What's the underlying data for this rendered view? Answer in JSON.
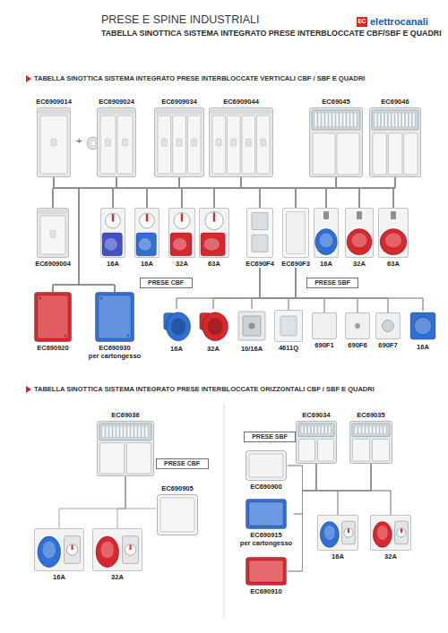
{
  "diagram": {
    "title": "PRESE E SPINE INDUSTRIALI",
    "nodes": [
      {
        "text": [
          "EC6909014"
        ]
      },
      {
        "text": [
          "EC6909024"
        ]
      },
      {
        "text": [
          "EC6909034"
        ]
      },
      {
        "text": [
          "EC6909044"
        ]
      },
      {
        "text": [
          "EC69045"
        ]
      },
      {
        "text": [
          "EC69046"
        ]
      },
      {
        "text": [
          "EC6909004"
        ]
      },
      {
        "text": [
          "16A"
        ]
      },
      {
        "text": [
          "16A"
        ]
      },
      {
        "text": [
          "32A"
        ]
      },
      {
        "text": [
          "63A"
        ]
      },
      {
        "text": [
          "EC690F4"
        ]
      },
      {
        "text": [
          "EC690F3"
        ]
      },
      {
        "text": [
          "16A"
        ]
      },
      {
        "text": [
          "32A"
        ]
      },
      {
        "text": [
          "63A"
        ]
      },
      {
        "text": [
          "PRESE CBF"
        ]
      },
      {
        "text": [
          "PRESE SBF"
        ]
      },
      {
        "text": [
          "EC690920"
        ]
      },
      {
        "text": [
          "EC690930",
          "per cartongesso"
        ]
      },
      {
        "text": [
          "16A"
        ]
      },
      {
        "text": [
          "32A"
        ]
      },
      {
        "text": [
          "10/16A"
        ]
      },
      {
        "text": [
          "4611Q"
        ]
      },
      {
        "text": [
          "690F1"
        ]
      },
      {
        "text": [
          "690F6"
        ]
      },
      {
        "text": [
          "690F7"
        ]
      },
      {
        "text": [
          "16A"
        ]
      },
      {
        "text": [
          "EC69036"
        ]
      },
      {
        "text": [
          "PRESE CBF"
        ]
      },
      {
        "text": [
          "EC69034"
        ]
      },
      {
        "text": [
          "EC69035"
        ]
      },
      {
        "text": [
          "PRESE SBF"
        ]
      },
      {
        "text": [
          "EC690900"
        ]
      },
      {
        "text": [
          "EC690915",
          "per cartongesso"
        ]
      },
      {
        "text": [
          "EC690910"
        ]
      },
      {
        "text": [
          "16A"
        ]
      },
      {
        "text": [
          "32A"
        ]
      },
      {
        "text": [
          "EC690905"
        ]
      },
      {
        "text": [
          "16A"
        ]
      },
      {
        "text": [
          "32A"
        ]
      }
    ],
    "edges": [
      {
        "from": 0,
        "to": 6,
        "arrow": "none"
      },
      {
        "from": 0,
        "to": 7,
        "arrow": "none"
      },
      {
        "from": 0,
        "to": 8,
        "arrow": "none"
      },
      {
        "from": 0,
        "to": 9,
        "arrow": "none"
      },
      {
        "from": 0,
        "to": 10,
        "arrow": "none"
      },
      {
        "from": 0,
        "to": 11,
        "arrow": "none"
      },
      {
        "from": 0,
        "to": 12,
        "arrow": "none"
      },
      {
        "from": 0,
        "to": 13,
        "arrow": "none"
      },
      {
        "from": 0,
        "to": 14,
        "arrow": "none"
      },
      {
        "from": 0,
        "to": 15,
        "arrow": "none"
      },
      {
        "from": 0,
        "to": 18,
        "arrow": "none"
      },
      {
        "from": 0,
        "to": 19,
        "arrow": "none"
      },
      {
        "from": 1,
        "to": 6,
        "arrow": "none"
      },
      {
        "from": 1,
        "to": 7,
        "arrow": "none"
      },
      {
        "from": 1,
        "to": 8,
        "arrow": "none"
      },
      {
        "from": 1,
        "to": 9,
        "arrow": "none"
      },
      {
        "from": 1,
        "to": 10,
        "arrow": "none"
      },
      {
        "from": 1,
        "to": 11,
        "arrow": "none"
      },
      {
        "from": 1,
        "to": 12,
        "arrow": "none"
      },
      {
        "from": 1,
        "to": 13,
        "arrow": "none"
      },
      {
        "from": 1,
        "to": 14,
        "arrow": "none"
      },
      {
        "from": 1,
        "to": 15,
        "arrow": "none"
      },
      {
        "from": 1,
        "to": 18,
        "arrow": "none"
      },
      {
        "from": 1,
        "to": 19,
        "arrow": "none"
      },
      {
        "from": 2,
        "to": 6,
        "arrow": "none"
      },
      {
        "from": 2,
        "to": 7,
        "arrow": "none"
      },
      {
        "from": 2,
        "to": 8,
        "arrow": "none"
      },
      {
        "from": 2,
        "to": 9,
        "arrow": "none"
      },
      {
        "from": 2,
        "to": 10,
        "arrow": "none"
      },
      {
        "from": 2,
        "to": 11,
        "arrow": "none"
      },
      {
        "from": 2,
        "to": 12,
        "arrow": "none"
      },
      {
        "from": 2,
        "to": 13,
        "arrow": "none"
      },
      {
        "from": 2,
        "to": 14,
        "arrow": "none"
      },
      {
        "from": 2,
        "to": 15,
        "arrow": "none"
      },
      {
        "from": 2,
        "to": 18,
        "arrow": "none"
      },
      {
        "from": 2,
        "to": 19,
        "arrow": "none"
      },
      {
        "from": 3,
        "to": 6,
        "arrow": "none"
      },
      {
        "from": 3,
        "to": 7,
        "arrow": "none"
      },
      {
        "from": 3,
        "to": 8,
        "arrow": "none"
      },
      {
        "from": 3,
        "to": 9,
        "arrow": "none"
      },
      {
        "from": 3,
        "to": 10,
        "arrow": "none"
      },
      {
        "from": 3,
        "to": 11,
        "arrow": "none"
      },
      {
        "from": 3,
        "to": 12,
        "arrow": "none"
      },
      {
        "from": 3,
        "to": 13,
        "arrow": "none"
      },
      {
        "from": 3,
        "to": 14,
        "arrow": "none"
      },
      {
        "from": 3,
        "to": 15,
        "arrow": "none"
      },
      {
        "from": 3,
        "to": 18,
        "arrow": "none"
      },
      {
        "from": 3,
        "to": 19,
        "arrow": "none"
      },
      {
        "from": 4,
        "to": 6,
        "arrow": "none"
      },
      {
        "from": 4,
        "to": 7,
        "arrow": "none"
      },
      {
        "from": 4,
        "to": 8,
        "arrow": "none"
      },
      {
        "from": 4,
        "to": 9,
        "arrow": "none"
      },
      {
        "from": 4,
        "to": 10,
        "arrow": "none"
      },
      {
        "from": 4,
        "to": 11,
        "arrow": "none"
      },
      {
        "from": 4,
        "to": 12,
        "arrow": "none"
      },
      {
        "from": 4,
        "to": 13,
        "arrow": "none"
      },
      {
        "from": 4,
        "to": 14,
        "arrow": "none"
      },
      {
        "from": 4,
        "to": 15,
        "arrow": "none"
      },
      {
        "from": 4,
        "to": 18,
        "arrow": "none"
      },
      {
        "from": 4,
        "to": 19,
        "arrow": "none"
      },
      {
        "from": 5,
        "to": 6,
        "arrow": "none"
      },
      {
        "from": 5,
        "to": 7,
        "arrow": "none"
      },
      {
        "from": 5,
        "to": 8,
        "arrow": "none"
      },
      {
        "from": 5,
        "to": 9,
        "arrow": "none"
      },
      {
        "from": 5,
        "to": 10,
        "arrow": "none"
      },
      {
        "from": 5,
        "to": 11,
        "arrow": "none"
      },
      {
        "from": 5,
        "to": 12,
        "arrow": "none"
      },
      {
        "from": 5,
        "to": 13,
        "arrow": "none"
      },
      {
        "from": 5,
        "to": 14,
        "arrow": "none"
      },
      {
        "from": 5,
        "to": 15,
        "arrow": "none"
      },
      {
        "from": 5,
        "to": 18,
        "arrow": "none"
      },
      {
        "from": 5,
        "to": 19,
        "arrow": "none"
      },
      {
        "from": 11,
        "to": 20,
        "arrow": "none"
      },
      {
        "from": 11,
        "to": 21,
        "arrow": "none"
      },
      {
        "from": 11,
        "to": 22,
        "arrow": "none"
      },
      {
        "from": 11,
        "to": 23,
        "arrow": "none"
      },
      {
        "from": 11,
        "to": 24,
        "arrow": "none"
      },
      {
        "from": 11,
        "to": 25,
        "arrow": "none"
      },
      {
        "from": 11,
        "to": 26,
        "arrow": "none"
      },
      {
        "from": 11,
        "to": 27,
        "arrow": "none"
      },
      {
        "from": 12,
        "to": 20,
        "arrow": "none"
      },
      {
        "from": 12,
        "to": 21,
        "arrow": "none"
      },
      {
        "from": 12,
        "to": 22,
        "arrow": "none"
      },
      {
        "from": 12,
        "to": 23,
        "arrow": "none"
      },
      {
        "from": 12,
        "to": 24,
        "arrow": "none"
      },
      {
        "from": 12,
        "to": 25,
        "arrow": "none"
      },
      {
        "from": 12,
        "to": 26,
        "arrow": "none"
      },
      {
        "from": 12,
        "to": 27,
        "arrow": "none"
      },
      {
        "from": 28,
        "to": 36,
        "arrow": "none"
      },
      {
        "from": 28,
        "to": 37,
        "arrow": "none"
      },
      {
        "from": 28,
        "to": 38,
        "arrow": "none"
      },
      {
        "from": 30,
        "to": 33,
        "arrow": "none"
      },
      {
        "from": 30,
        "to": 34,
        "arrow": "none"
      },
      {
        "from": 30,
        "to": 35,
        "arrow": "none"
      },
      {
        "from": 30,
        "to": 39,
        "arrow": "none"
      },
      {
        "from": 30,
        "to": 40,
        "arrow": "none"
      },
      {
        "from": 31,
        "to": 33,
        "arrow": "none"
      },
      {
        "from": 31,
        "to": 34,
        "arrow": "none"
      },
      {
        "from": 31,
        "to": 35,
        "arrow": "none"
      },
      {
        "from": 31,
        "to": 39,
        "arrow": "none"
      },
      {
        "from": 31,
        "to": 40,
        "arrow": "none"
      }
    ],
    "labels": [
      "TABELLA SINOTTICA SISTEMA INTEGRATO PRESE INTERBLOCCATE CBF/SBF E QUADRI",
      "EC",
      "elettrocanali",
      "TABELLA SINOTTICA SISTEMA INTEGRATO PRESE INTERBLOCCATE VERTICALI CBF / SBF E QUADRI",
      "+",
      "TABELLA SINOTTICA SISTEMA INTEGRATO PRESE INTERBLOCCATE ORIZZONTALI CBF / SBF E QUADRI"
    ]
  }
}
